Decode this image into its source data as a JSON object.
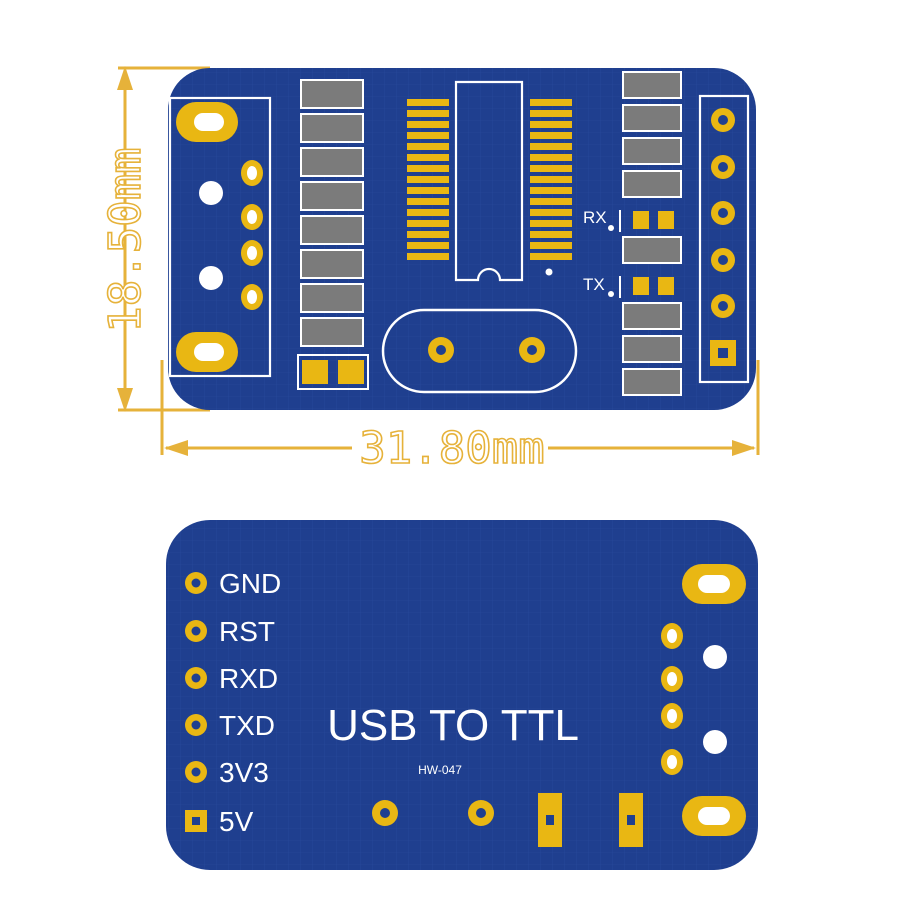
{
  "dimensions": {
    "height_label": "18.50mm",
    "width_label": "31.80mm"
  },
  "top_board": {
    "rx_label": "RX",
    "tx_label": "TX"
  },
  "bottom_board": {
    "title": "USB TO TTL",
    "model": "HW-047",
    "pins": [
      {
        "label": "GND"
      },
      {
        "label": "RST"
      },
      {
        "label": "RXD"
      },
      {
        "label": "TXD"
      },
      {
        "label": "3V3"
      },
      {
        "label": "5V"
      }
    ]
  },
  "colors": {
    "pcb": "#1f3f8f",
    "pad_gold": "#e9b713",
    "dimension_gold": "#e6b23a",
    "component_gray": "#7b7b7b",
    "silkscreen": "#ffffff"
  }
}
